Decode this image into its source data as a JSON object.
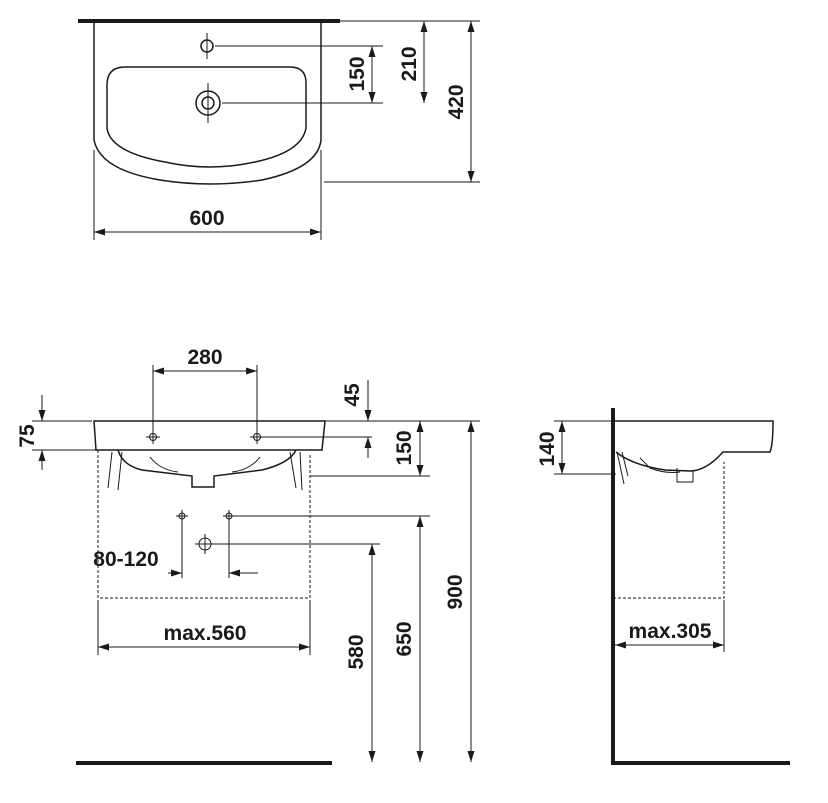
{
  "top_view": {
    "width": "600",
    "tap_hole_offset": "150",
    "waste_offset": "210",
    "depth": "420"
  },
  "front_view": {
    "bracket_spacing": "280",
    "bracket_drop": "45",
    "rim_thickness": "75",
    "bowl_height": "150",
    "pipe_range": "80-120",
    "cabinet_width": "max.560",
    "height_low": "580",
    "height_mid": "650",
    "height_total": "900"
  },
  "side_view": {
    "rim_height": "140",
    "cabinet_depth": "max.305"
  }
}
